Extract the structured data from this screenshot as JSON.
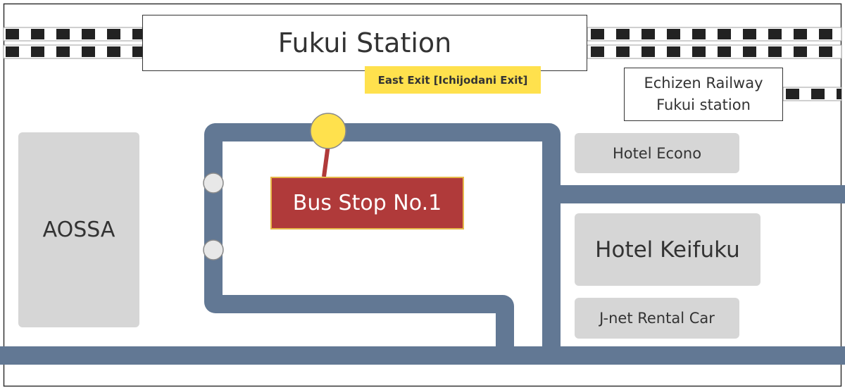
{
  "map": {
    "station_name": "Fukui Station",
    "exit_label": "East Exit [Ichijodani Exit]",
    "echizen_line1": "Echizen Railway",
    "echizen_line2": "Fukui station",
    "buildings": {
      "aossa": "AOSSA",
      "hotel_econo": "Hotel Econo",
      "hotel_keifuku": "Hotel Keifuku",
      "jnet": "J-net Rental Car"
    },
    "bus_stop_label": "Bus Stop No.1"
  },
  "colors": {
    "road": "#627894",
    "building": "#d6d6d6",
    "bus_stop_sign": "#b03a3a",
    "bus_stop_marker": "#ffe14d",
    "exit_sign": "#ffe14d",
    "rail": "#222222"
  }
}
